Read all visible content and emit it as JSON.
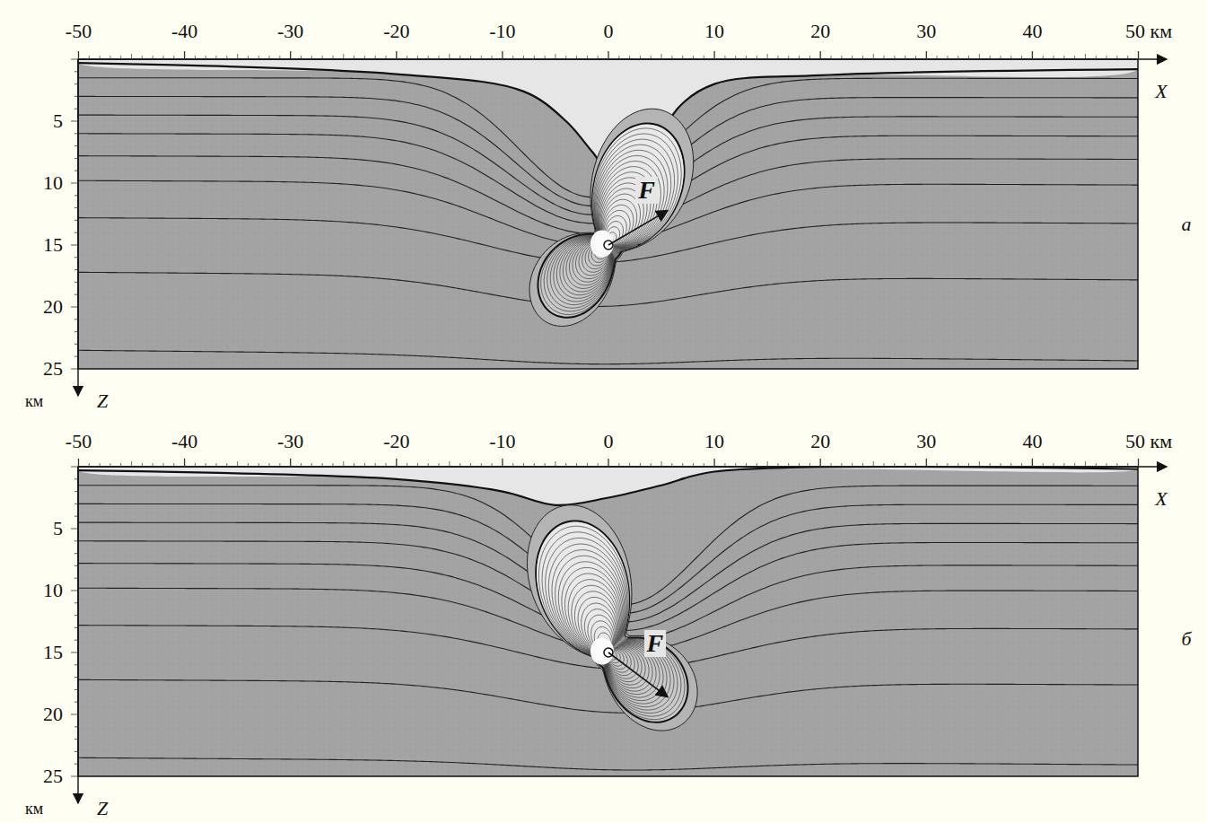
{
  "diagram": {
    "labels": [
      "-50",
      "-40",
      "-30",
      "-20",
      "-10",
      "0",
      "10",
      "20",
      "30",
      "40",
      "50 км",
      "X",
      "5",
      "10",
      "15",
      "20",
      "25",
      "км",
      "Z",
      "F",
      "а",
      "-50",
      "-40",
      "-30",
      "-20",
      "-10",
      "0",
      "10",
      "20",
      "30",
      "40",
      "50 км",
      "X",
      "5",
      "10",
      "15",
      "20",
      "25",
      "км",
      "Z",
      "F",
      "б"
    ]
  }
}
